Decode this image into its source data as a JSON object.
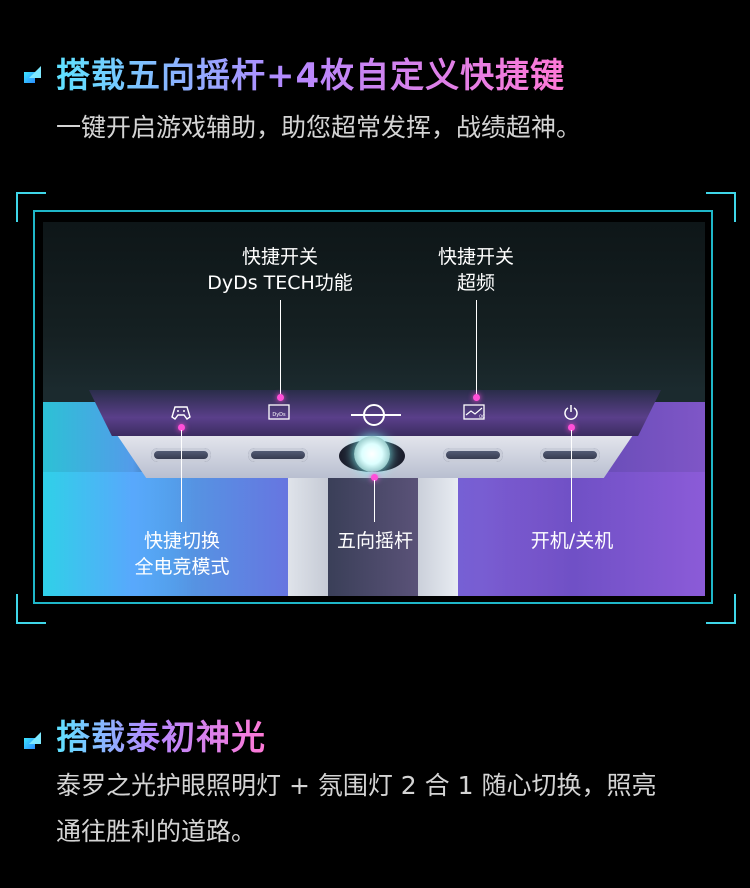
{
  "section1": {
    "heading": "搭载五向摇杆+4枚自定义快捷键",
    "subtitle": "一键开启游戏辅助，助您超常发挥，战绩超神。"
  },
  "callouts": {
    "top_left_line1": "快捷开关",
    "top_left_line2": "DyDs TECH功能",
    "top_right_line1": "快捷开关",
    "top_right_line2": "超频",
    "bottom_left_line1": "快捷切换",
    "bottom_left_line2": "全电竞模式",
    "bottom_center": "五向摇杆",
    "bottom_right": "开机/关机"
  },
  "bar_icons": {
    "gamepad": "gamepad-icon",
    "dyds": "dyds-icon",
    "overclock": "overclock-icon",
    "power": "power-icon",
    "icon_glyphs": [
      "♟",
      "▭",
      "⌁",
      "⏻"
    ],
    "dyds_small_text": "DyDs",
    "oc_small_text": "OC"
  },
  "section2": {
    "heading": "搭载泰初神光",
    "body_line1": "泰罗之光护眼照明灯 + 氛围灯 2 合 1 随心切换，照亮",
    "body_line2": "通往胜利的道路。"
  },
  "colors": {
    "accent_cyan": "#3fd6e8",
    "accent_pink": "#ff4fd8",
    "heading_gradient_start": "#5ee2ff",
    "heading_gradient_end": "#ff79d6"
  }
}
